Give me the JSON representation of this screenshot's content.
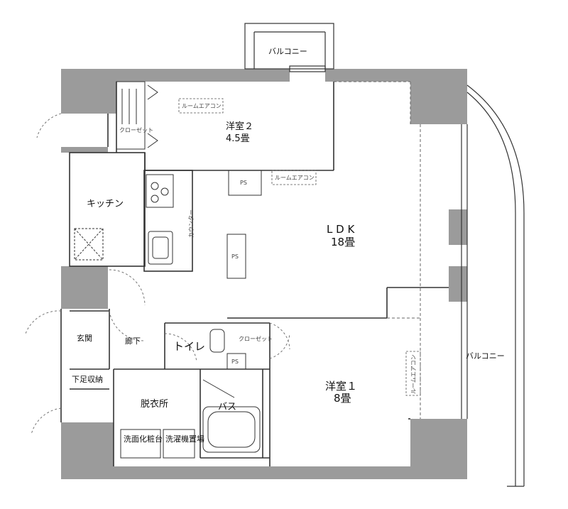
{
  "rooms": {
    "ldk_name": "L D K",
    "ldk_size": "18畳",
    "western2_name": "洋室２",
    "western2_size": "4.5畳",
    "western1_name": "洋室１",
    "western1_size": "8畳",
    "kitchen": "キッチン",
    "entrance": "玄関",
    "hallway": "廊下",
    "shoe_storage": "下足収納",
    "toilet": "トイレ",
    "dressing_room": "脱衣所",
    "bath": "バス",
    "washstand": "洗面化粧台",
    "washer_space": "洗濯機置場"
  },
  "labels": {
    "balcony_top": "バルコニー",
    "balcony_right": "バルコニー",
    "closet_w2": "クローゼット",
    "closet_w1": "クローゼット",
    "counter": "カウンター",
    "aircon": "ルームエアコン",
    "ps": "PS"
  },
  "colors": {
    "wall": "#9b9b9b",
    "line": "#333333"
  }
}
